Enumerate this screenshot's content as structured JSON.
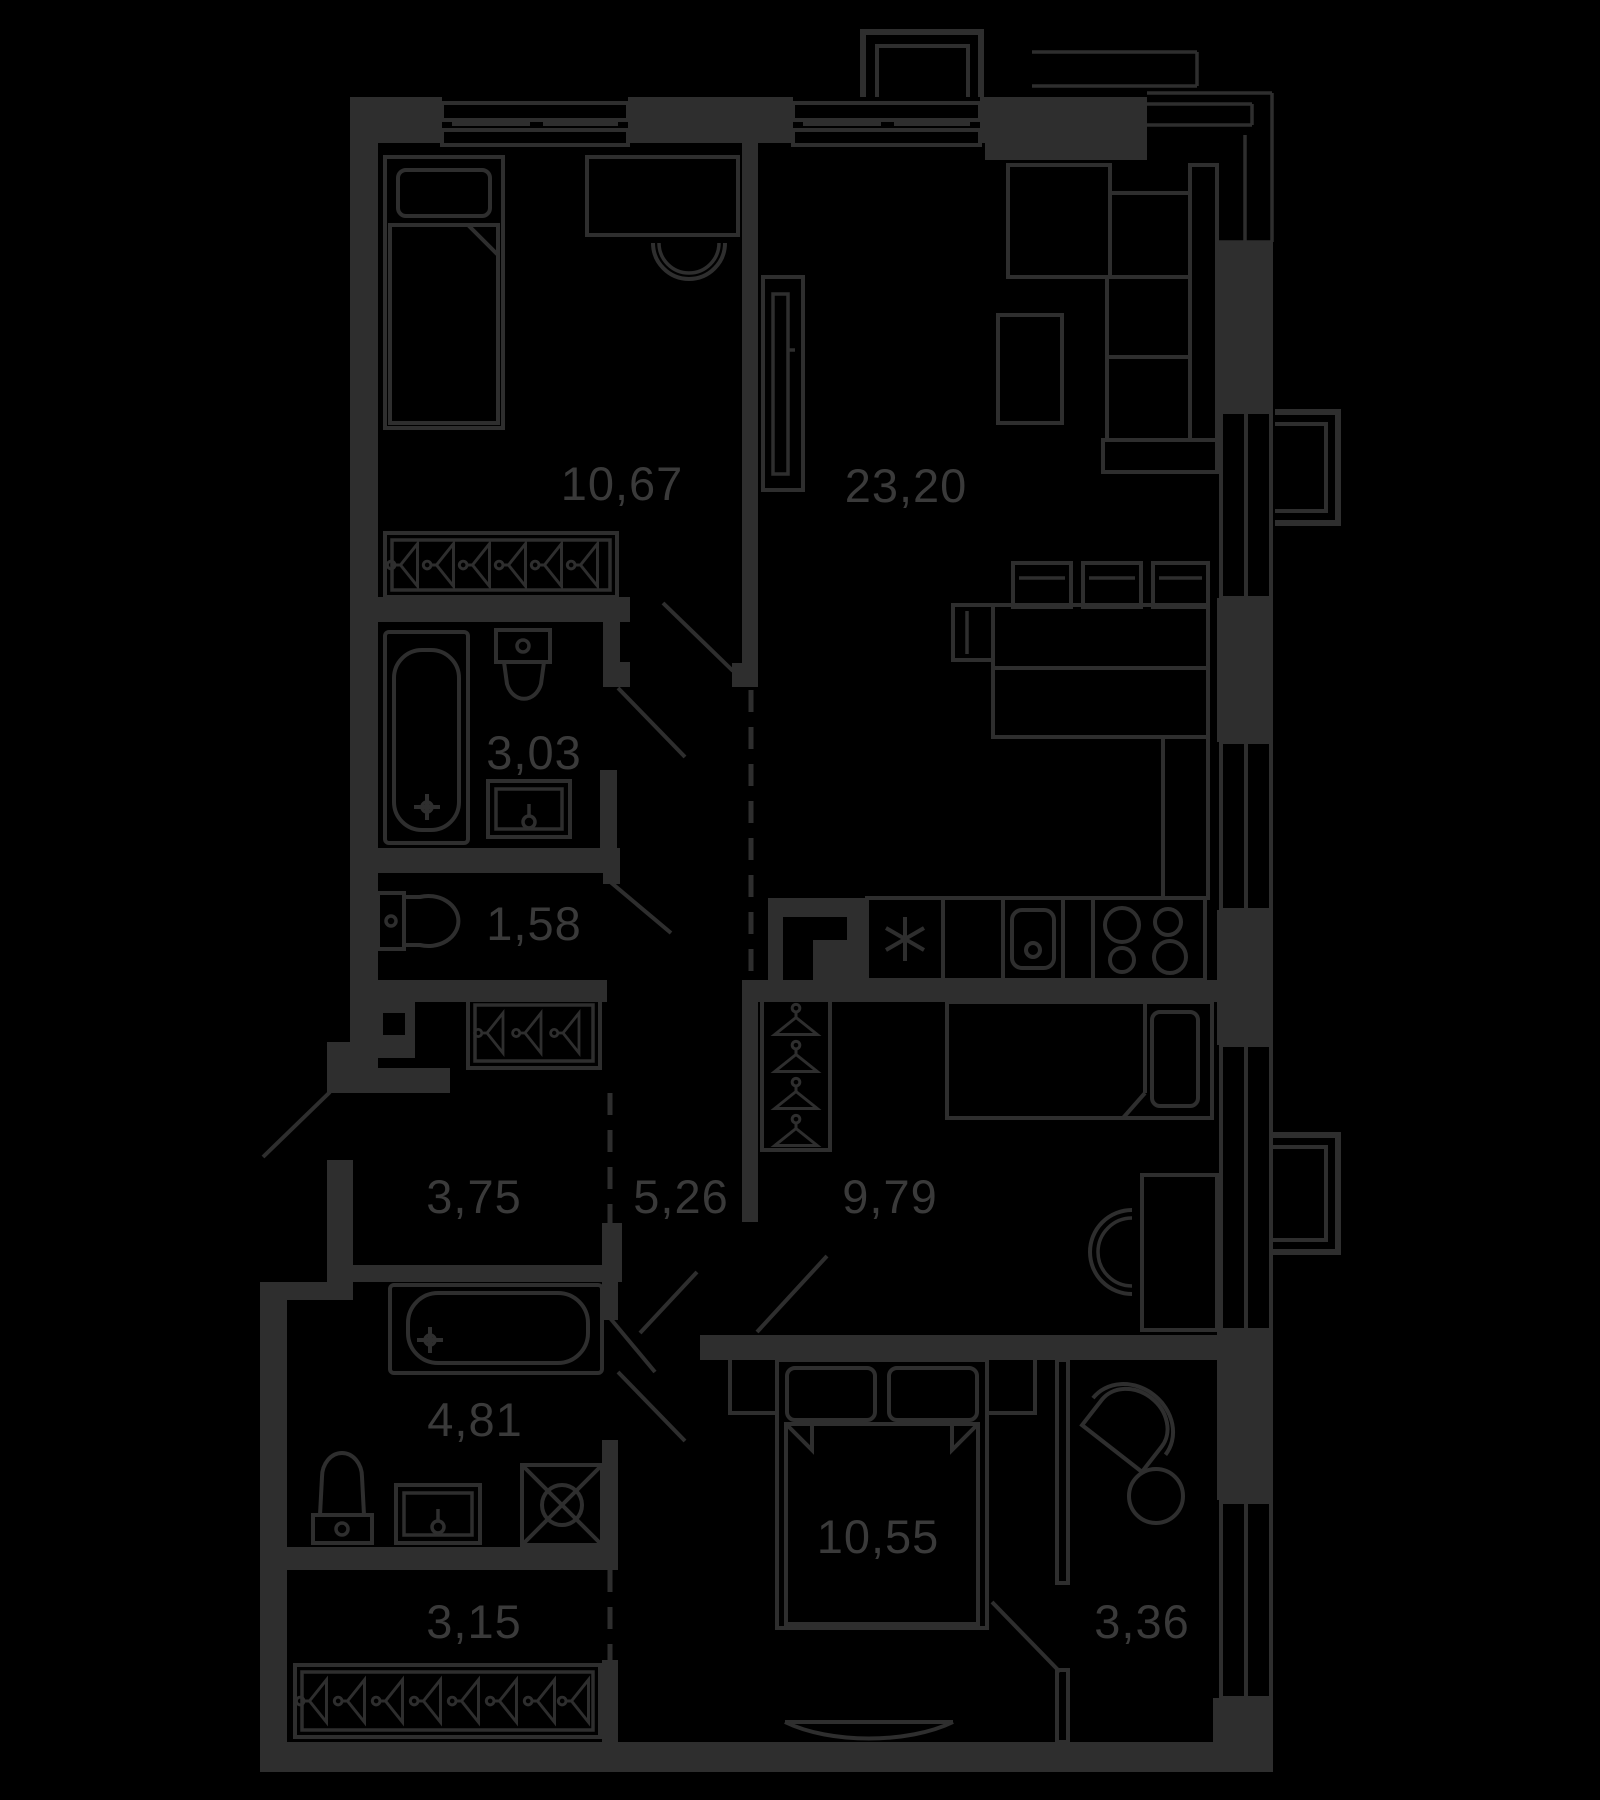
{
  "title": "apartment-floor-plan",
  "colors": {
    "background": "#000000",
    "walls_and_lines": "#2e2e2e",
    "label_text": "#3a3a3a"
  },
  "plan": {
    "decimal_separator": ",",
    "rooms": [
      {
        "key": "bedroom-top",
        "area": "10,67"
      },
      {
        "key": "living-kitchen",
        "area": "23,20"
      },
      {
        "key": "bathroom-upper",
        "area": "3,03"
      },
      {
        "key": "wc",
        "area": "1,58"
      },
      {
        "key": "entry-hall",
        "area": "3,75"
      },
      {
        "key": "corridor",
        "area": "5,26"
      },
      {
        "key": "bedroom-middle",
        "area": "9,79"
      },
      {
        "key": "bathroom-lower",
        "area": "4,81"
      },
      {
        "key": "bedroom-master",
        "area": "10,55"
      },
      {
        "key": "wardrobe-hall",
        "area": "3,15"
      },
      {
        "key": "dressing-room",
        "area": "3,36"
      }
    ]
  }
}
